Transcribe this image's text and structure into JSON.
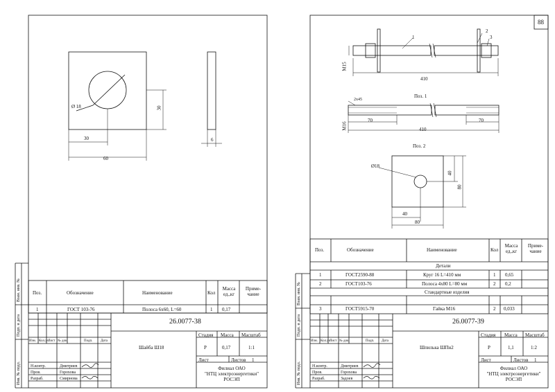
{
  "left": {
    "drawing": {
      "dims": {
        "diameter": "Ø 18",
        "width": "60",
        "half": "30",
        "height": "30",
        "thickness": "6"
      }
    },
    "spec": {
      "headers": {
        "pos": "Поз.",
        "designation": "Обозначение",
        "name": "Наименование",
        "qty": "Кол",
        "mass": "Масса ед.,кг",
        "note": "Приме-чание"
      },
      "rows": [
        {
          "pos": "1",
          "designation": "ГОСТ 103-76",
          "name": "Полоса 6х60, L=60",
          "qty": "1",
          "mass": "0,17"
        }
      ]
    },
    "title_block": {
      "code": "26.0077-38",
      "product": "Шайба Ш18",
      "stage_label": "Стадия",
      "mass_label": "Масса",
      "scale_label": "Масштаб",
      "stage": "Р",
      "mass": "0,17",
      "scale": "1:1",
      "sheet_label": "Лист",
      "sheets_label": "Листов",
      "sheets": "1",
      "org1": "Филиал ОАО",
      "org2": "\"НТЦ электроэнергетики\"",
      "org3": "РОСЭП",
      "change_cols": [
        "Изм.",
        "Кол.уч",
        "Лист",
        "№ док.",
        "Подп.",
        "Дата"
      ],
      "people": [
        {
          "role": "Н.контр.",
          "name": "Дмитриев"
        },
        {
          "role": "Пров.",
          "name": "Горохова"
        },
        {
          "role": "Разраб.",
          "name": "Смирнова"
        }
      ]
    },
    "margin": [
      "Инв. № подл.",
      "Подп. и дата",
      "Взам. инв. №"
    ]
  },
  "right": {
    "sheet_number": "88",
    "drawing": {
      "pos1_label": "Поз. 1",
      "pos2_label": "Поз. 2",
      "callouts": [
        "1",
        "2",
        "3"
      ],
      "dims": {
        "m15": "М15",
        "len1": "410",
        "m16": "М16",
        "chamfer": "2х45",
        "thread_l": "70",
        "thread_r": "70",
        "len2": "410",
        "diameter": "Ø18",
        "h40": "40",
        "h80": "80",
        "w40": "40",
        "w80": "80"
      }
    },
    "spec": {
      "headers": {
        "pos": "Поз.",
        "designation": "Обозначение",
        "name": "Наименование",
        "qty": "Кол",
        "mass": "Масса ед.,кг",
        "note": "Приме-чание"
      },
      "section1": "Детали",
      "section2": "Стандартные изделия",
      "rows": [
        {
          "pos": "1",
          "designation": "ГОСТ2590-88",
          "name": "Круг 16 L=410 мм",
          "qty": "1",
          "mass": "0,65"
        },
        {
          "pos": "2",
          "designation": "ГОСТ103-76",
          "name": "Полоса 4х80 L=80 мм",
          "qty": "2",
          "mass": "0,2"
        },
        {
          "pos": "3",
          "designation": "ГОСТ5915-70",
          "name": "Гайка М16",
          "qty": "2",
          "mass": "0,033"
        }
      ]
    },
    "title_block": {
      "code": "26.0077-39",
      "product": "Шпилька ШПн2",
      "stage_label": "Стадия",
      "mass_label": "Масса",
      "scale_label": "Масштаб",
      "stage": "Р",
      "mass": "1,1",
      "scale": "1:2",
      "sheet_label": "Лист",
      "sheets_label": "Листов",
      "sheets": "1",
      "org1": "Филиал ОАО",
      "org2": "\"НТЦ электроэнергетики\"",
      "org3": "РОСЭП",
      "change_cols": [
        "Изм.",
        "Кол.уч",
        "Лист",
        "№ док.",
        "Подп.",
        "Дата"
      ],
      "people": [
        {
          "role": "Н.контр.",
          "name": "Дмитриев"
        },
        {
          "role": "Пров.",
          "name": "Горохова"
        },
        {
          "role": "Разраб.",
          "name": "Задоев"
        }
      ]
    },
    "margin": [
      "Инв. № подл.",
      "Подп. и дата",
      "Взам. инв. №"
    ]
  }
}
